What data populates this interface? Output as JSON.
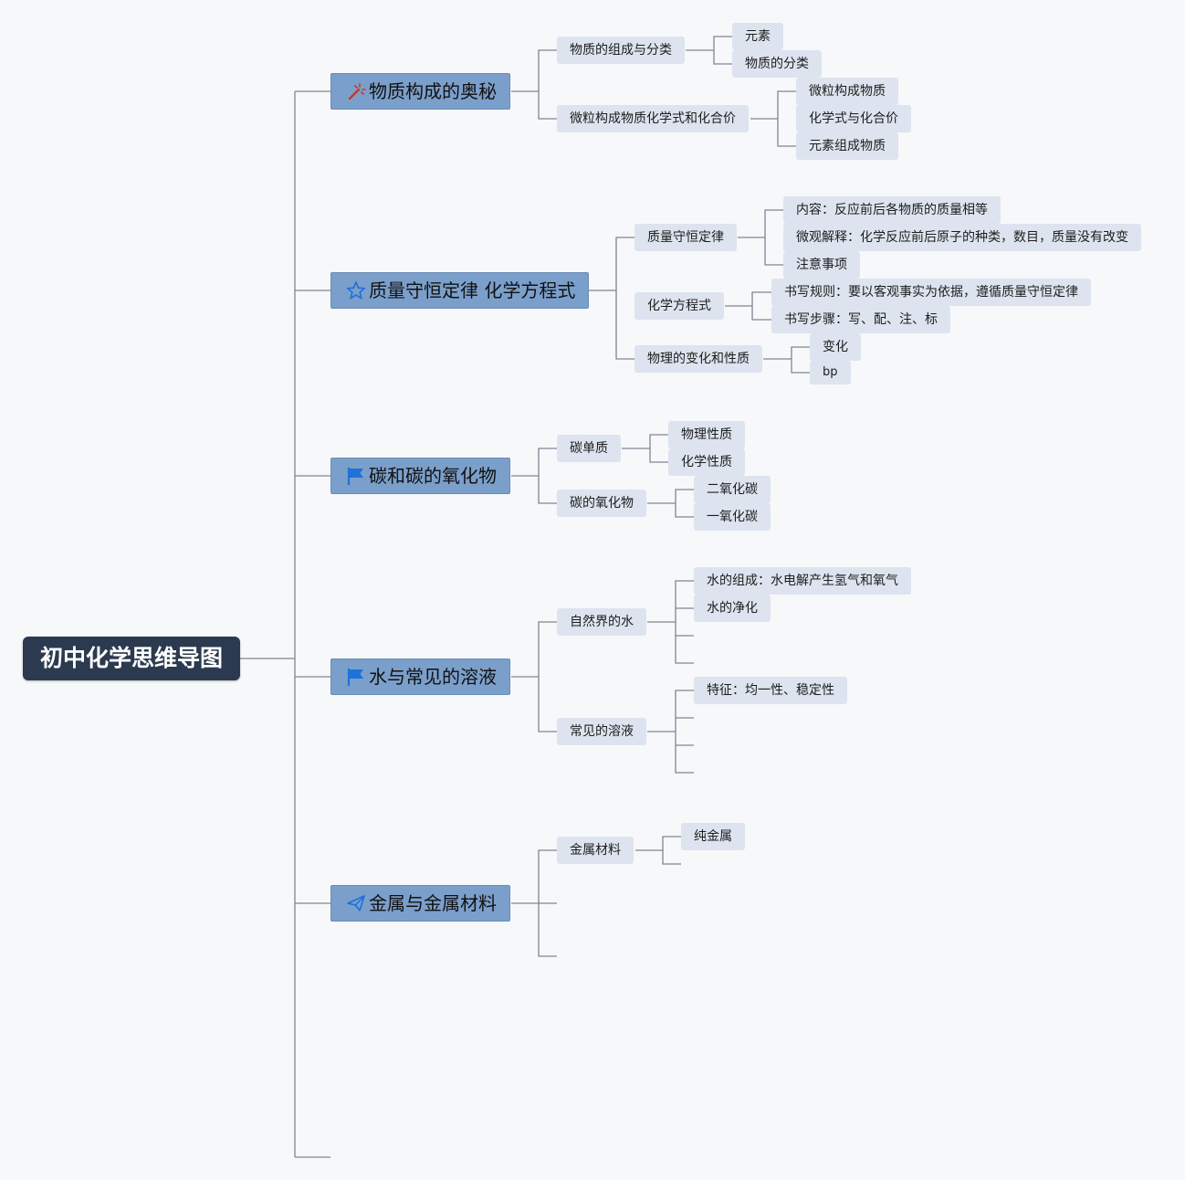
{
  "root": {
    "label": "初中化学思维导图"
  },
  "topics": [
    {
      "label": "物质构成的奥秘",
      "icon": "magic-wand-icon"
    },
    {
      "label": "质量守恒定律 化学方程式",
      "icon": "star-icon"
    },
    {
      "label": "碳和碳的氧化物",
      "icon": "flag-icon"
    },
    {
      "label": "水与常见的溶液",
      "icon": "flag-icon"
    },
    {
      "label": "金属与金属材料",
      "icon": "send-icon"
    }
  ],
  "t1": {
    "a": "物质的组成与分类",
    "a1": "元素",
    "a2": "物质的分类",
    "b": "微粒构成物质化学式和化合价",
    "b1": "微粒构成物质",
    "b2": "化学式与化合价",
    "b3": "元素组成物质"
  },
  "t2": {
    "a": "质量守恒定律",
    "a1": "内容：反应前后各物质的质量相等",
    "a2": "微观解释：化学反应前后原子的种类，数目，质量没有改变",
    "a3": "注意事项",
    "b": "化学方程式",
    "b1": "书写规则：要以客观事实为依据，遵循质量守恒定律",
    "b2": "书写步骤：写、配、注、标",
    "c": "物理的变化和性质",
    "c1": "变化",
    "c2": "bp"
  },
  "t3": {
    "a": "碳单质",
    "a1": "物理性质",
    "a2": "化学性质",
    "b": "碳的氧化物",
    "b1": "二氧化碳",
    "b2": "一氧化碳"
  },
  "t4": {
    "a": "自然界的水",
    "a1": "水的组成：水电解产生氢气和氧气",
    "a2": "水的净化",
    "b": "常见的溶液",
    "b1": "特征：均一性、稳定性"
  },
  "t5": {
    "a": "金属材料",
    "a1": "纯金属"
  },
  "colors": {
    "root": "#2b3a4f",
    "topic": "#7b9fcb",
    "subtopic": "#dde4ef",
    "line": "#7d8694",
    "background": "#f7f8fa"
  }
}
